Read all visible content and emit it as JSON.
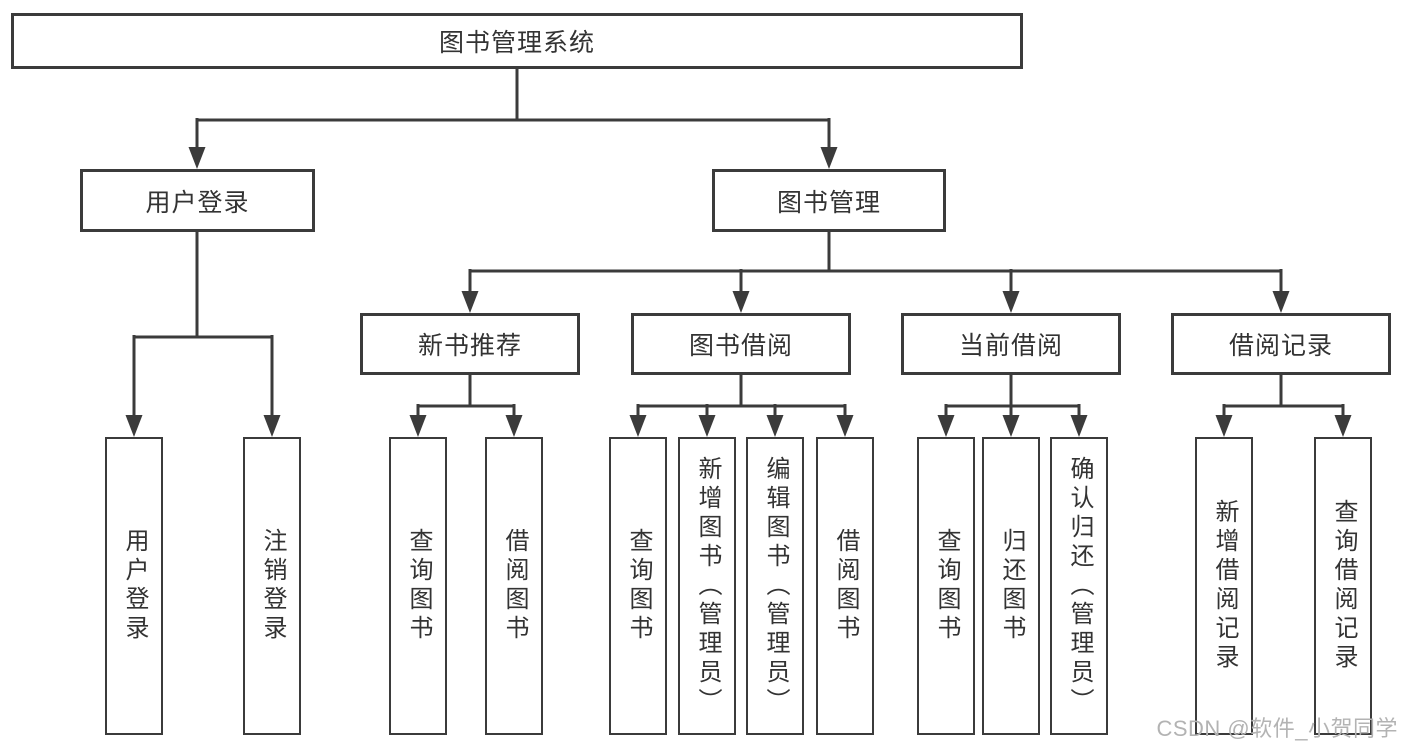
{
  "tree": {
    "root": {
      "label": "图书管理系统"
    },
    "branches": [
      {
        "label": "用户登录",
        "children": [
          {
            "label": "用户登录"
          },
          {
            "label": "注销登录"
          }
        ]
      },
      {
        "label": "图书管理",
        "children": [
          {
            "label": "新书推荐",
            "children": [
              {
                "label": "查询图书"
              },
              {
                "label": "借阅图书"
              }
            ]
          },
          {
            "label": "图书借阅",
            "children": [
              {
                "label": "查询图书"
              },
              {
                "label": "新增图书（管理员）"
              },
              {
                "label": "编辑图书（管理员）"
              },
              {
                "label": "借阅图书"
              }
            ]
          },
          {
            "label": "当前借阅",
            "children": [
              {
                "label": "查询图书"
              },
              {
                "label": "归还图书"
              },
              {
                "label": "确认归还（管理员）"
              }
            ]
          },
          {
            "label": "借阅记录",
            "children": [
              {
                "label": "新增借阅记录"
              },
              {
                "label": "查询借阅记录"
              }
            ]
          }
        ]
      }
    ]
  },
  "watermark": {
    "text": "CSDN @软件_小贺同学"
  },
  "colors": {
    "line": "#3b3b3b",
    "text": "#333333",
    "box_bg": "#ffffff",
    "watermark": "#b3b3b3",
    "background": "#ffffff"
  }
}
